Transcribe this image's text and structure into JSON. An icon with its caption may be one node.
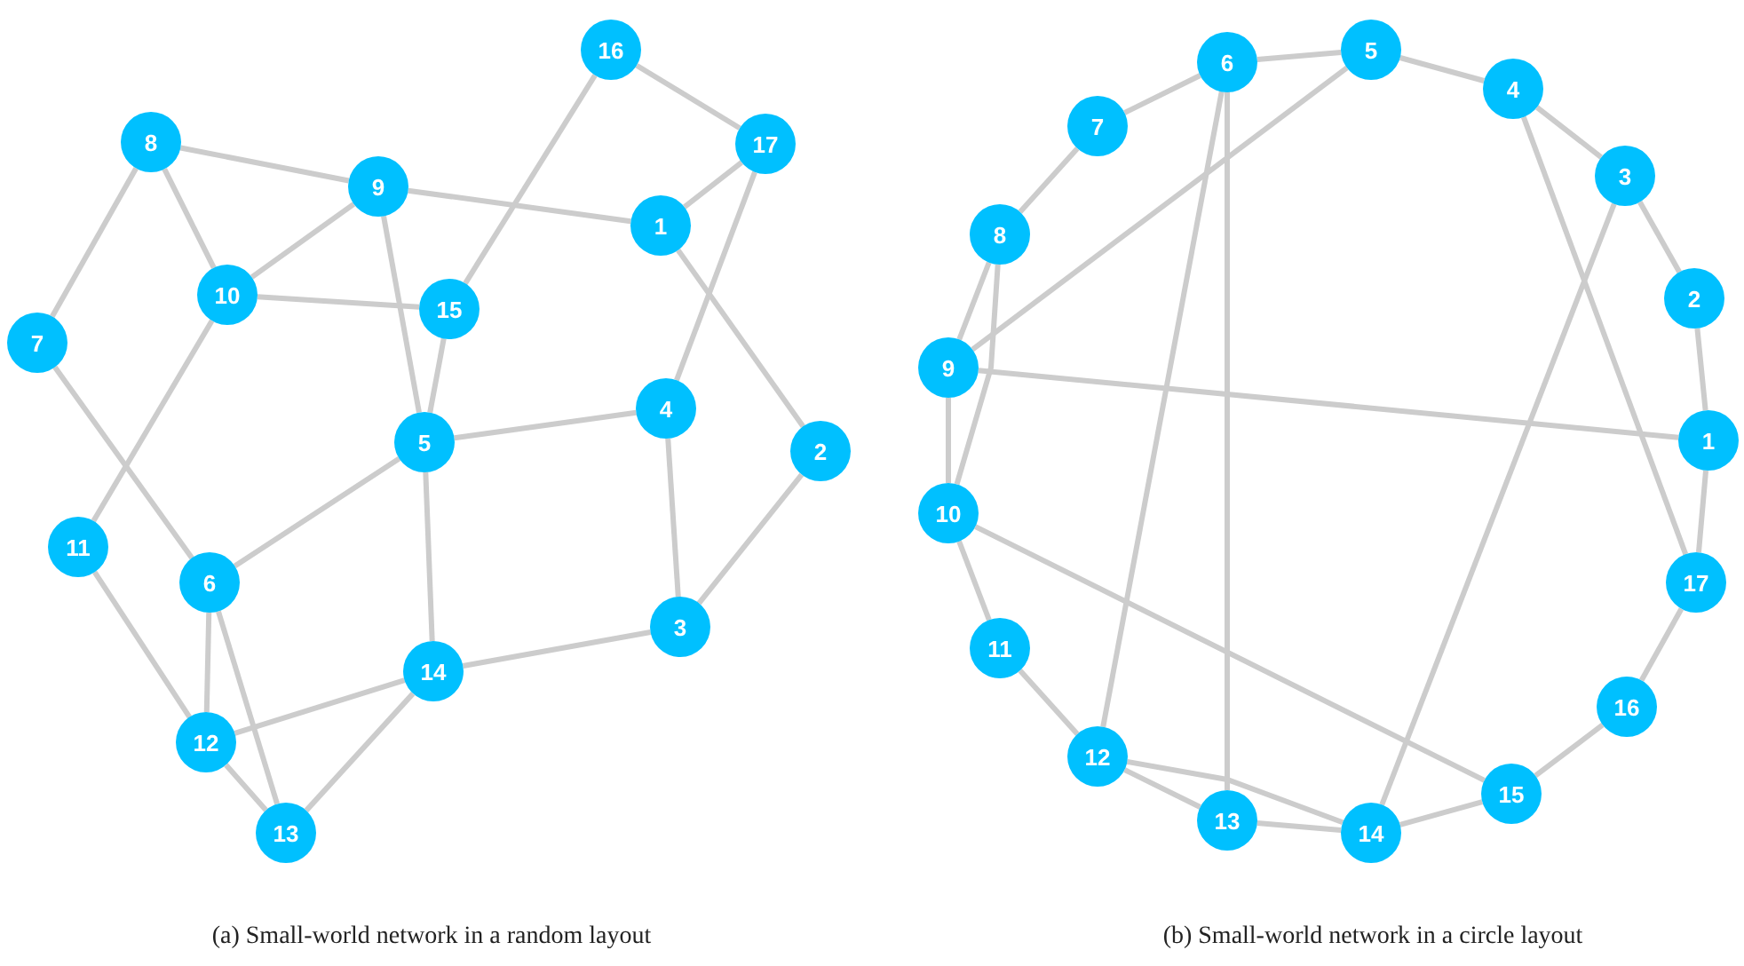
{
  "diagram": {
    "nodes": [
      {
        "text": [
          "1"
        ]
      },
      {
        "text": [
          "2"
        ]
      },
      {
        "text": [
          "3"
        ]
      },
      {
        "text": [
          "4"
        ]
      },
      {
        "text": [
          "5"
        ]
      },
      {
        "text": [
          "6"
        ]
      },
      {
        "text": [
          "7"
        ]
      },
      {
        "text": [
          "8"
        ]
      },
      {
        "text": [
          "9"
        ]
      },
      {
        "text": [
          "10"
        ]
      },
      {
        "text": [
          "11"
        ]
      },
      {
        "text": [
          "12"
        ]
      },
      {
        "text": [
          "13"
        ]
      },
      {
        "text": [
          "14"
        ]
      },
      {
        "text": [
          "15"
        ]
      },
      {
        "text": [
          "16"
        ]
      },
      {
        "text": [
          "17"
        ]
      },
      {
        "text": [
          "1"
        ]
      },
      {
        "text": [
          "2"
        ]
      },
      {
        "text": [
          "3"
        ]
      },
      {
        "text": [
          "4"
        ]
      },
      {
        "text": [
          "5"
        ]
      },
      {
        "text": [
          "6"
        ]
      },
      {
        "text": [
          "7"
        ]
      },
      {
        "text": [
          "8"
        ]
      },
      {
        "text": [
          "9"
        ]
      },
      {
        "text": [
          "10"
        ]
      },
      {
        "text": [
          "11"
        ]
      },
      {
        "text": [
          "12"
        ]
      },
      {
        "text": [
          "13"
        ]
      },
      {
        "text": [
          "14"
        ]
      },
      {
        "text": [
          "15"
        ]
      },
      {
        "text": [
          "16"
        ]
      },
      {
        "text": [
          "17"
        ]
      }
    ],
    "edges": [
      {
        "from": 15,
        "to": 14,
        "arrow": "none"
      },
      {
        "from": 15,
        "to": 16,
        "arrow": "none"
      },
      {
        "from": 16,
        "to": 0,
        "arrow": "none"
      },
      {
        "from": 16,
        "to": 3,
        "arrow": "none"
      },
      {
        "from": 7,
        "to": 8,
        "arrow": "none"
      },
      {
        "from": 7,
        "to": 9,
        "arrow": "none"
      },
      {
        "from": 7,
        "to": 6,
        "arrow": "none"
      },
      {
        "from": 8,
        "to": 9,
        "arrow": "none"
      },
      {
        "from": 8,
        "to": 0,
        "arrow": "none"
      },
      {
        "from": 8,
        "to": 4,
        "arrow": "none"
      },
      {
        "from": 9,
        "to": 14,
        "arrow": "none"
      },
      {
        "from": 9,
        "to": 10,
        "arrow": "none"
      },
      {
        "from": 14,
        "to": 4,
        "arrow": "none"
      },
      {
        "from": 6,
        "to": 5,
        "arrow": "none"
      },
      {
        "from": 4,
        "to": 5,
        "arrow": "none"
      },
      {
        "from": 4,
        "to": 3,
        "arrow": "none"
      },
      {
        "from": 4,
        "to": 13,
        "arrow": "none"
      },
      {
        "from": 3,
        "to": 2,
        "arrow": "none"
      },
      {
        "from": 0,
        "to": 1,
        "arrow": "none"
      },
      {
        "from": 1,
        "to": 2,
        "arrow": "none"
      },
      {
        "from": 10,
        "to": 11,
        "arrow": "none"
      },
      {
        "from": 5,
        "to": 11,
        "arrow": "none"
      },
      {
        "from": 5,
        "to": 12,
        "arrow": "none"
      },
      {
        "from": 11,
        "to": 13,
        "arrow": "none"
      },
      {
        "from": 11,
        "to": 12,
        "arrow": "none"
      },
      {
        "from": 13,
        "to": 12,
        "arrow": "none"
      },
      {
        "from": 13,
        "to": 2,
        "arrow": "none"
      },
      {
        "from": 22,
        "to": 21,
        "arrow": "none"
      },
      {
        "from": 21,
        "to": 20,
        "arrow": "none"
      },
      {
        "from": 20,
        "to": 19,
        "arrow": "none"
      },
      {
        "from": 19,
        "to": 18,
        "arrow": "none"
      },
      {
        "from": 18,
        "to": 17,
        "arrow": "none"
      },
      {
        "from": 17,
        "to": 33,
        "arrow": "none"
      },
      {
        "from": 33,
        "to": 32,
        "arrow": "none"
      },
      {
        "from": 32,
        "to": 31,
        "arrow": "none"
      },
      {
        "from": 31,
        "to": 30,
        "arrow": "none"
      },
      {
        "from": 30,
        "to": 29,
        "arrow": "none"
      },
      {
        "from": 29,
        "to": 28,
        "arrow": "none"
      },
      {
        "from": 28,
        "to": 27,
        "arrow": "none"
      },
      {
        "from": 27,
        "to": 26,
        "arrow": "none"
      },
      {
        "from": 26,
        "to": 25,
        "arrow": "none"
      },
      {
        "from": 25,
        "to": 24,
        "arrow": "none"
      },
      {
        "from": 24,
        "to": 23,
        "arrow": "none"
      },
      {
        "from": 23,
        "to": 22,
        "arrow": "none"
      },
      {
        "from": 22,
        "to": 29,
        "arrow": "none"
      },
      {
        "from": 22,
        "to": 28,
        "arrow": "none"
      },
      {
        "from": 21,
        "to": 25,
        "arrow": "none"
      },
      {
        "from": 25,
        "to": 17,
        "arrow": "none"
      },
      {
        "from": 24,
        "to": 26,
        "arrow": "none"
      },
      {
        "from": 20,
        "to": 33,
        "arrow": "none"
      },
      {
        "from": 19,
        "to": 30,
        "arrow": "none"
      },
      {
        "from": 26,
        "to": 31,
        "arrow": "none"
      },
      {
        "from": 28,
        "to": 30,
        "arrow": "none"
      }
    ],
    "labels": [
      "(a) Small-world network in a random layout",
      "(b) Small-world network in a circle layout"
    ]
  }
}
